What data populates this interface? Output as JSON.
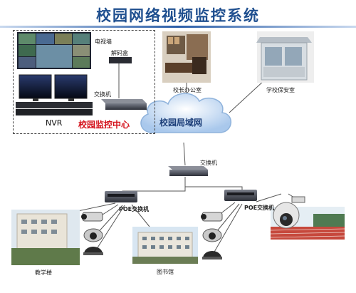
{
  "title": "校园网络视频监控系统",
  "labels": {
    "tv_wall": "电视墙",
    "decoder": "解码盒",
    "switch_center": "交换机",
    "nvr": "NVR",
    "monitor_center": "校园监控中心",
    "principal_office": "校长办公室",
    "security_room": "学校保安室",
    "lan": "校园局域网",
    "switch_main": "交换机",
    "poe_left": "POE交换机",
    "poe_right": "POE交换机",
    "teaching_building": "教学楼",
    "library": "图书馆"
  },
  "colors": {
    "title": "#1f4f8f",
    "monitor_center_text": "#d4101a",
    "cloud": "#b9d4f0",
    "line": "#555555"
  }
}
